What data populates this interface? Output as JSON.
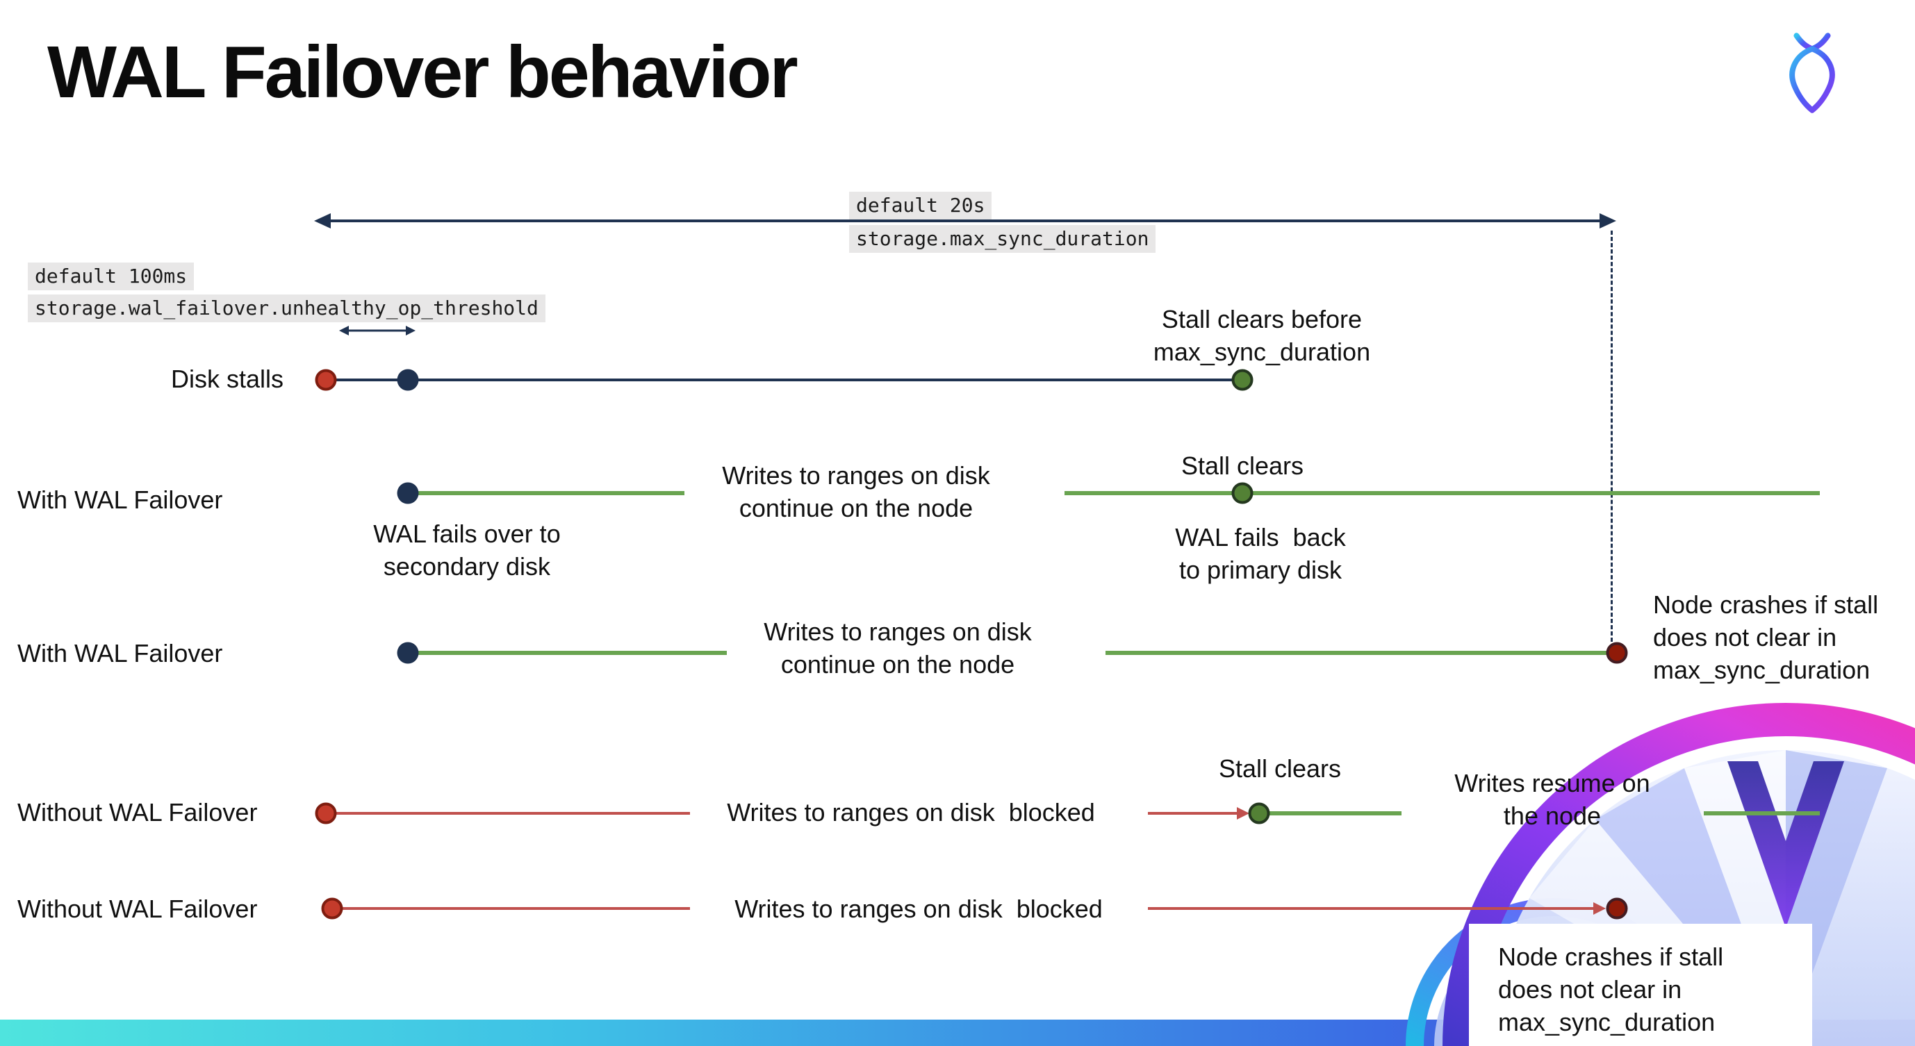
{
  "title": "WAL Failover behavior",
  "callouts": {
    "max_sync": {
      "default": "default 20s",
      "setting": "storage.max_sync_duration"
    },
    "unhealthy_op_threshold": {
      "default": "default 100ms",
      "setting": "storage.wal_failover.unhealthy_op_threshold"
    }
  },
  "rows": {
    "disk_stalls": {
      "label": "Disk stalls",
      "stall_clears_note": "Stall clears before\nmax_sync_duration"
    },
    "with_failover_recovers": {
      "label": "With WAL Failover",
      "failover_note": "WAL fails over to\nsecondary disk",
      "writes_note": "Writes to ranges on disk\ncontinue on the node",
      "stall_clears": "Stall clears",
      "failback_note": "WAL fails  back\nto primary disk"
    },
    "with_failover_crashes": {
      "label": "With WAL Failover",
      "writes_note": "Writes to ranges on disk\ncontinue on the node",
      "crash_note": "Node crashes if stall\ndoes not clear in\nmax_sync_duration"
    },
    "without_failover_recovers": {
      "label": "Without WAL Failover",
      "writes_note": "Writes to ranges on disk  blocked",
      "stall_clears": "Stall clears",
      "resume_note": "Writes resume on\nthe node"
    },
    "without_failover_crashes": {
      "label": "Without WAL Failover",
      "writes_note": "Writes to ranges on disk  blocked",
      "crash_note": "Node crashes if stall\ndoes not clear in\nmax_sync_duration"
    }
  },
  "colors": {
    "navy": "#1f3250",
    "green_line": "#69a450",
    "green_dot": "#538135",
    "red_line": "#c0504d",
    "red_dot": "#c43b2b",
    "dark_red_dot": "#8f1a08",
    "code_chip_bg": "#e8e7e7",
    "bar_gradient_start": "#4fe4de",
    "bar_gradient_end": "#4a3ad1"
  }
}
